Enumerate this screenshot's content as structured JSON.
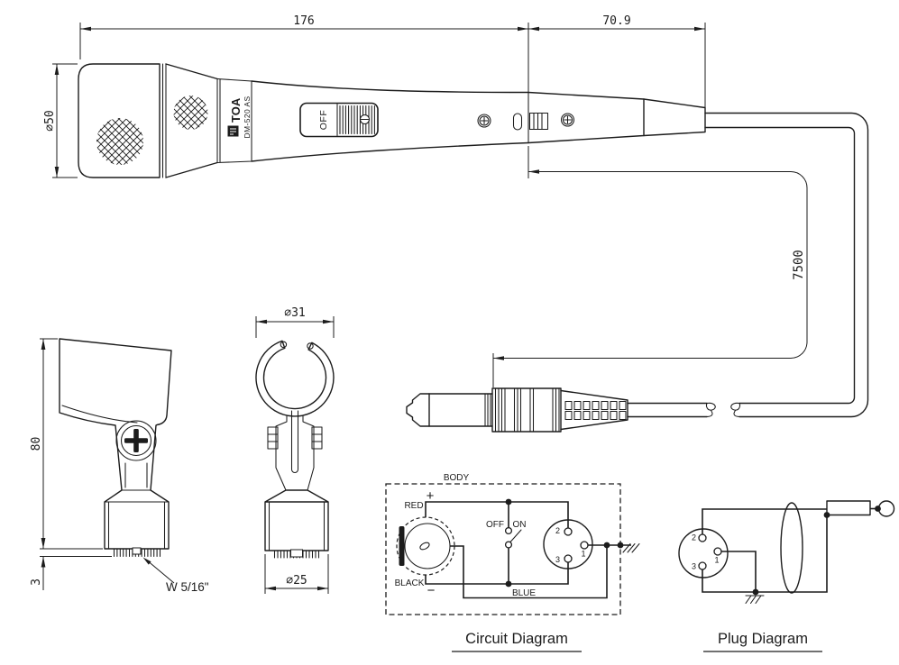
{
  "colors": {
    "ink": "#1c1c1c",
    "paper": "#ffffff"
  },
  "mic": {
    "brand": "TOA",
    "model": "DM-520 AS",
    "switch_label": "OFF",
    "dims": {
      "body_length": "176",
      "connector_length": "70.9",
      "head_diameter": "∅50",
      "cable_length": "7500"
    }
  },
  "holder": {
    "side": {
      "height": "80",
      "thread_height": "3",
      "thread_spec": "W 5/16\""
    },
    "front": {
      "clip_diameter": "∅31",
      "base_diameter": "∅25"
    }
  },
  "circuit_diagram": {
    "title": "Circuit Diagram",
    "body_label": "BODY",
    "plus": "+",
    "minus": "−",
    "wire_red": "RED",
    "wire_black": "BLACK",
    "wire_blue": "BLUE",
    "switch_off": "OFF",
    "switch_on": "ON",
    "pin1": "1",
    "pin2": "2",
    "pin3": "3"
  },
  "plug_diagram": {
    "title": "Plug Diagram",
    "pin1": "1",
    "pin2": "2",
    "pin3": "3"
  }
}
